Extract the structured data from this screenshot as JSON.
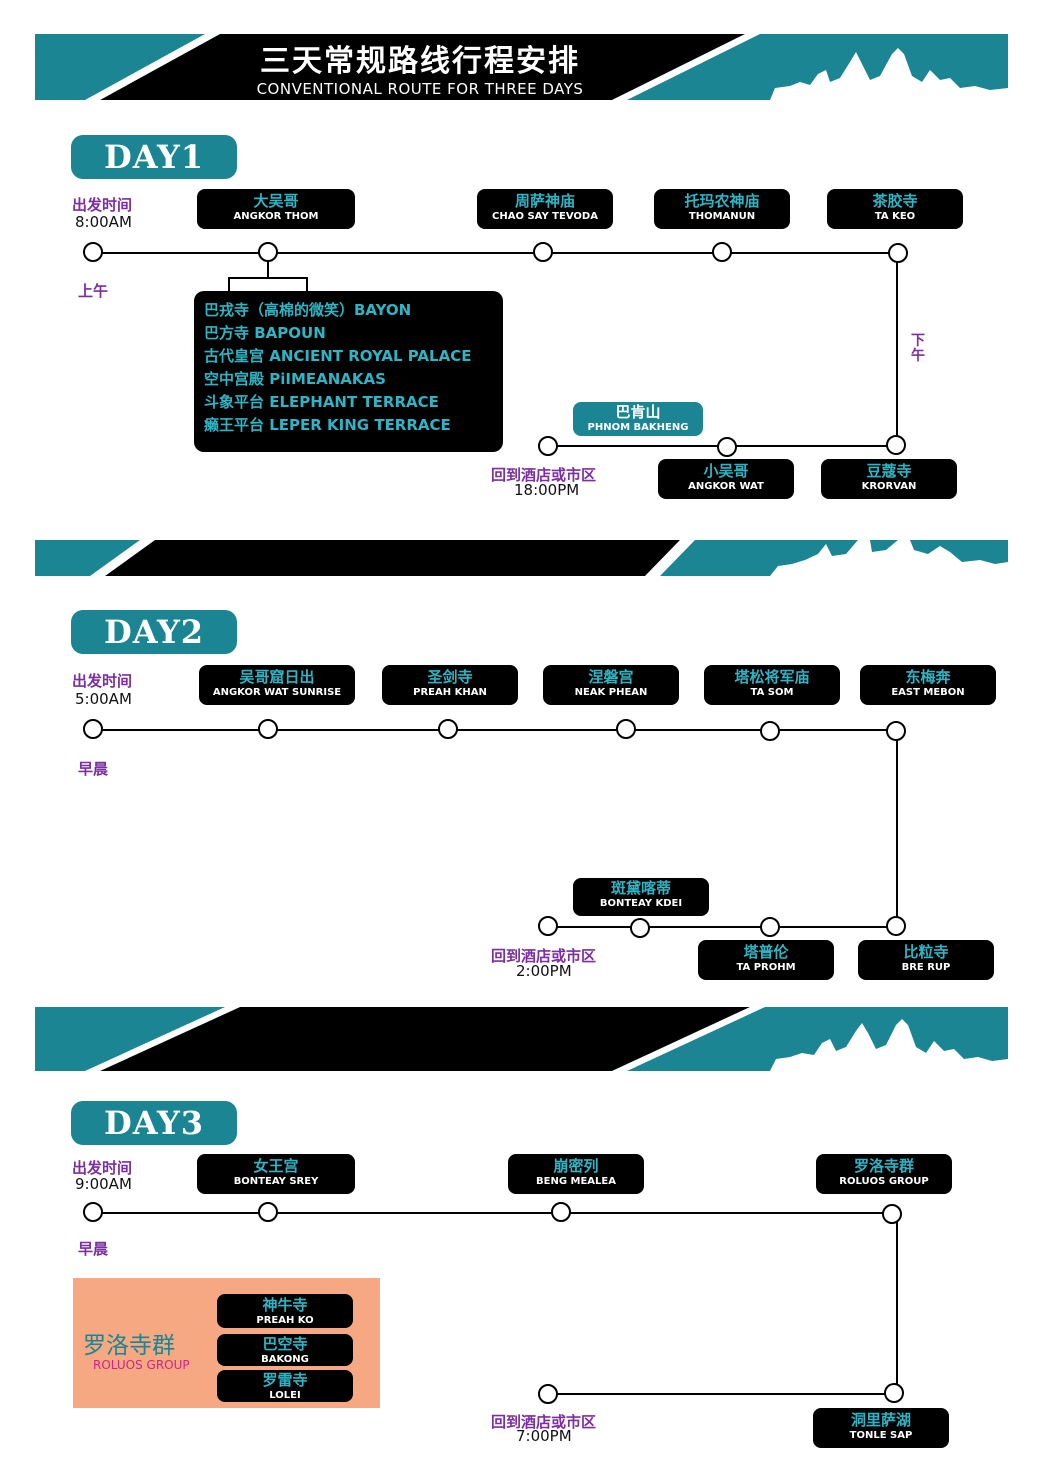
{
  "header": {
    "title_cn": "三天常规路线行程安排",
    "title_en": "CONVENTIONAL ROUTE FOR THREE DAYS"
  },
  "colors": {
    "teal": "#1b8594",
    "black": "#000000",
    "purple": "#7b2fa0",
    "peach": "#f5a882",
    "magenta": "#d0248c"
  },
  "day1": {
    "tag": "DAY1",
    "depart_label": "出发时间",
    "depart_time": "8:00AM",
    "period_am": "上午",
    "period_pm": "下午",
    "stops": [
      {
        "cn": "大吴哥",
        "en": "ANGKOR THOM"
      },
      {
        "cn": "周萨神庙",
        "en": "CHAO SAY TEVODA"
      },
      {
        "cn": "托玛农神庙",
        "en": "THOMANUN"
      },
      {
        "cn": "茶胶寺",
        "en": "TA KEO"
      },
      {
        "cn": "豆蔻寺",
        "en": "KRORVAN"
      },
      {
        "cn": "小吴哥",
        "en": "ANGKOR WAT"
      },
      {
        "cn": "巴肯山",
        "en": "PHNOM BAKHENG"
      }
    ],
    "sublist": [
      "巴戎寺（高棉的微笑）BAYON",
      "巴方寺 BAPOUN",
      "古代皇宫 ANCIENT ROYAL PALACE",
      "空中宫殿 PiIMEANAKAS",
      "斗象平台 ELEPHANT TERRACE",
      "癞王平台 LEPER KING TERRACE"
    ],
    "return_label": "回到酒店或市区",
    "return_time": "18:00PM"
  },
  "day2": {
    "tag": "DAY2",
    "depart_label": "出发时间",
    "depart_time": "5:00AM",
    "period_am": "早晨",
    "stops": [
      {
        "cn": "吴哥窟日出",
        "en": "ANGKOR WAT SUNRISE"
      },
      {
        "cn": "圣剑寺",
        "en": "PREAH KHAN"
      },
      {
        "cn": "涅磐宫",
        "en": "NEAK PHEAN"
      },
      {
        "cn": "塔松将军庙",
        "en": "TA SOM"
      },
      {
        "cn": "东梅奔",
        "en": "EAST MEBON"
      },
      {
        "cn": "比粒寺",
        "en": "BRE RUP"
      },
      {
        "cn": "塔普伦",
        "en": "TA PROHM"
      },
      {
        "cn": "斑黛喀蒂",
        "en": "BONTEAY KDEI"
      }
    ],
    "return_label": "回到酒店或市区",
    "return_time": "2:00PM"
  },
  "day3": {
    "tag": "DAY3",
    "depart_label": "出发时间",
    "depart_time": "9:00AM",
    "period_am": "早晨",
    "stops": [
      {
        "cn": "女王宫",
        "en": "BONTEAY SREY"
      },
      {
        "cn": "崩密列",
        "en": "BENG MEALEA"
      },
      {
        "cn": "罗洛寺群",
        "en": "ROLUOS GROUP"
      },
      {
        "cn": "洞里萨湖",
        "en": "TONLE SAP"
      }
    ],
    "roluos": {
      "cn": "罗洛寺群",
      "en": "ROLUOS GROUP",
      "items": [
        {
          "cn": "神牛寺",
          "en": "PREAH KO"
        },
        {
          "cn": "巴空寺",
          "en": "BAKONG"
        },
        {
          "cn": "罗雷寺",
          "en": "LOLEI"
        }
      ]
    },
    "return_label": "回到酒店或市区",
    "return_time": "7:00PM"
  }
}
